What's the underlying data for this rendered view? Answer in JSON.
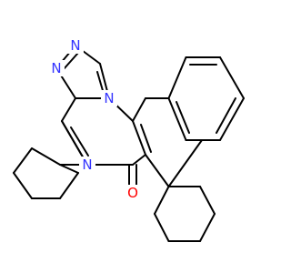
{
  "colors": {
    "bond": "#000000",
    "nitrogen": "#3333ff",
    "oxygen": "#ff0000",
    "background": "#ffffff"
  },
  "atoms": {
    "n_triazole_top_left": "N",
    "n_triazole_top_right": "N",
    "n_bridgehead": "N",
    "n_cyclohexyl": "N",
    "o_carbonyl": "O"
  }
}
